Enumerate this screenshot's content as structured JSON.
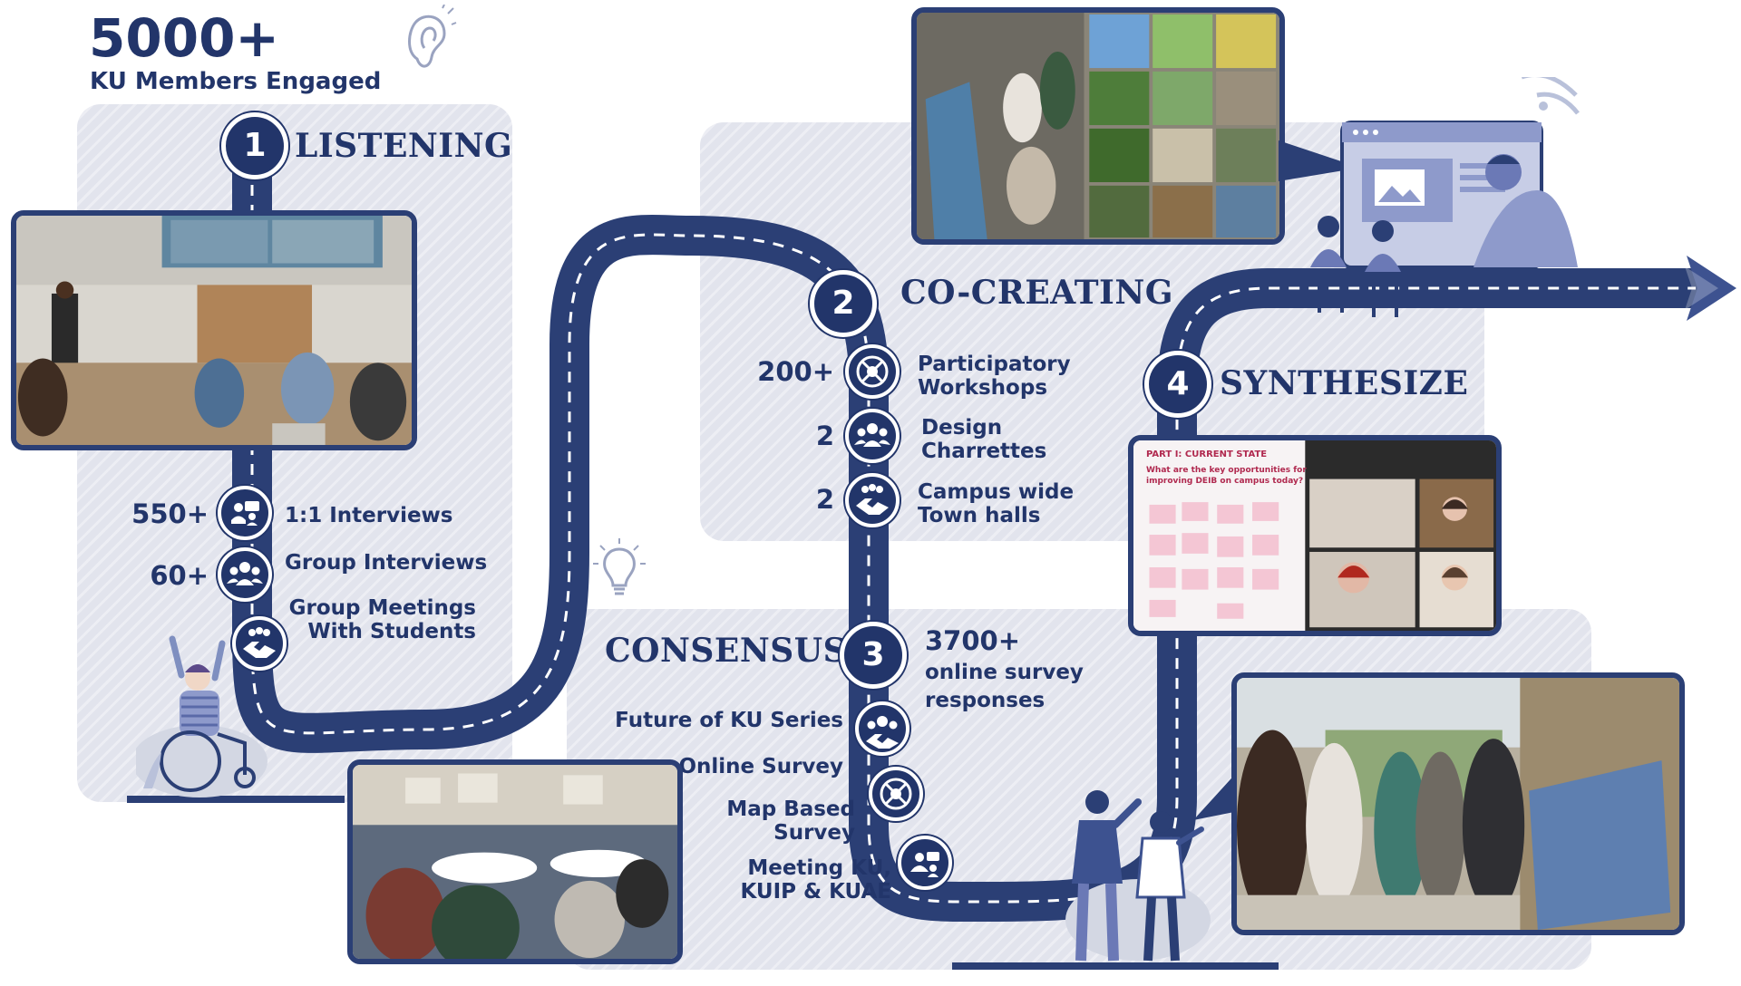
{
  "header": {
    "big_number": "5000+",
    "subtitle": "KU Members Engaged"
  },
  "stages": [
    {
      "number": "1",
      "title": "LISTENING"
    },
    {
      "number": "2",
      "title": "CO-CREATING"
    },
    {
      "number": "3",
      "title": "CONSENSUS"
    },
    {
      "number": "4",
      "title": "SYNTHESIZE"
    }
  ],
  "listening": {
    "items": [
      {
        "count": "550+",
        "label": "1:1 Interviews",
        "icon": "interview-icon"
      },
      {
        "count": "60+",
        "label": "Group Interviews",
        "icon": "group-icon"
      },
      {
        "count": "",
        "label_line1": "Group Meetings",
        "label_line2": "With Students",
        "icon": "handshake-icon"
      }
    ]
  },
  "co_creating": {
    "items": [
      {
        "count": "200+",
        "label_line1": "Participatory",
        "label_line2": "Workshops",
        "icon": "workshop-icon"
      },
      {
        "count": "2",
        "label_line1": "Design",
        "label_line2": "Charrettes",
        "icon": "group-icon"
      },
      {
        "count": "2",
        "label_line1": "Campus wide",
        "label_line2": "Town halls",
        "icon": "handshake-icon"
      }
    ]
  },
  "consensus": {
    "stat_number": "3700+",
    "stat_line1": "online survey",
    "stat_line2": "responses",
    "items": [
      {
        "label": "Future of KU Series",
        "icon": "group-icon"
      },
      {
        "label": "Online Survey",
        "icon": "workshop-icon"
      },
      {
        "label_line1": "Map Based",
        "label_line2": "Survey",
        "icon": "survey-icon"
      },
      {
        "label_line1": "Meeting KU,",
        "label_line2": "KUIP & KUAE",
        "icon": "meeting-icon"
      }
    ]
  },
  "synthesize": {
    "screen": {
      "heading": "PART I: CURRENT STATE",
      "question_line1": "What are the key opportunities for",
      "question_line2": "improving DEIB on campus today?"
    }
  },
  "colors": {
    "navy": "#22356a",
    "panel": "#e2e4ed",
    "road_dash": "#ffffff",
    "arrow": "#3d5290"
  }
}
